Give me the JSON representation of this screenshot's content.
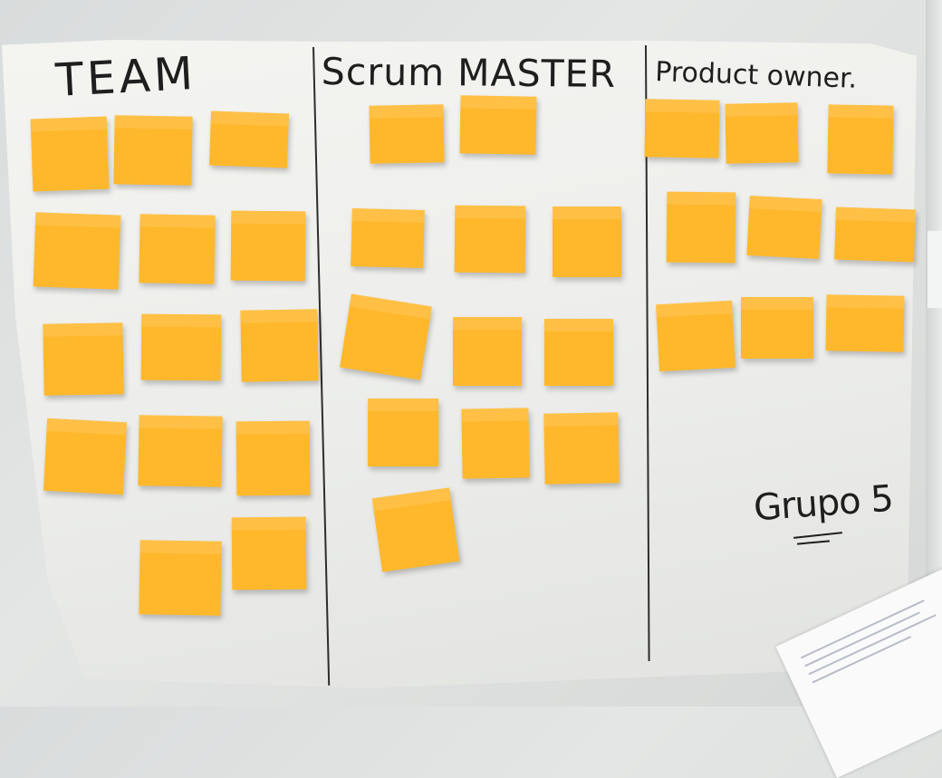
{
  "board": {
    "headings": {
      "team": "TEAM",
      "scrum_master": "Scrum MASTER",
      "product_owner": "Product owner.",
      "group": "Grupo 5"
    },
    "note_color": "#ffb82c",
    "notes": {
      "team": [
        "",
        "",
        "",
        "",
        "",
        "",
        "",
        "",
        "",
        "",
        "",
        "",
        "",
        ""
      ],
      "scrum_master": [
        "",
        "",
        "",
        "",
        "",
        "",
        "",
        "",
        "",
        "",
        "",
        ""
      ],
      "product_owner": [
        "",
        "",
        "",
        "",
        "",
        "",
        "",
        "",
        ""
      ]
    }
  }
}
